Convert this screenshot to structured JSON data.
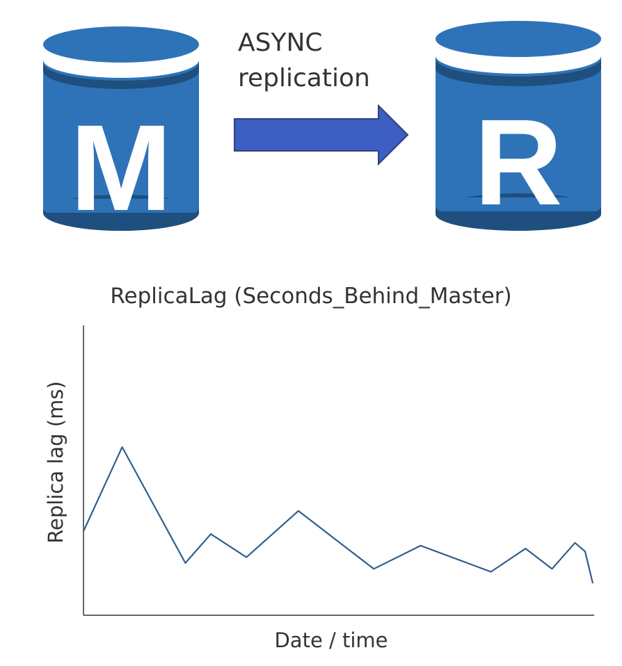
{
  "master": {
    "letter": "M"
  },
  "replica": {
    "letter": "R"
  },
  "async_label": {
    "line1": "ASYNC",
    "line2": "replication"
  },
  "colors": {
    "db_body": "#2E73B8",
    "db_dark": "#1F4F7F",
    "db_top": "#2E73B8",
    "arrow_fill": "#3D5FC4",
    "arrow_stroke": "#2F3F7A",
    "line": "#2E5E8C",
    "axis": "#333333"
  },
  "chart_data": {
    "type": "line",
    "title": "ReplicaLag (Seconds_Behind_Master)",
    "xlabel": "Date / time",
    "ylabel": "Replica lag (ms)",
    "x_ticks_labeled": false,
    "y_ticks_labeled": false,
    "x": [
      0,
      1,
      2,
      3,
      4,
      5,
      6,
      7,
      8,
      9,
      10,
      11,
      12,
      13
    ],
    "y": [
      0.29,
      0.58,
      0.18,
      0.28,
      0.2,
      0.36,
      0.16,
      0.24,
      0.15,
      0.23,
      0.16,
      0.25,
      0.22,
      0.11
    ],
    "x_fractions": [
      0,
      0.076,
      0.2,
      0.25,
      0.32,
      0.422,
      0.57,
      0.662,
      0.8,
      0.868,
      0.92,
      0.965,
      0.985,
      1.0
    ],
    "ylim": [
      0,
      1
    ],
    "grid": false
  }
}
